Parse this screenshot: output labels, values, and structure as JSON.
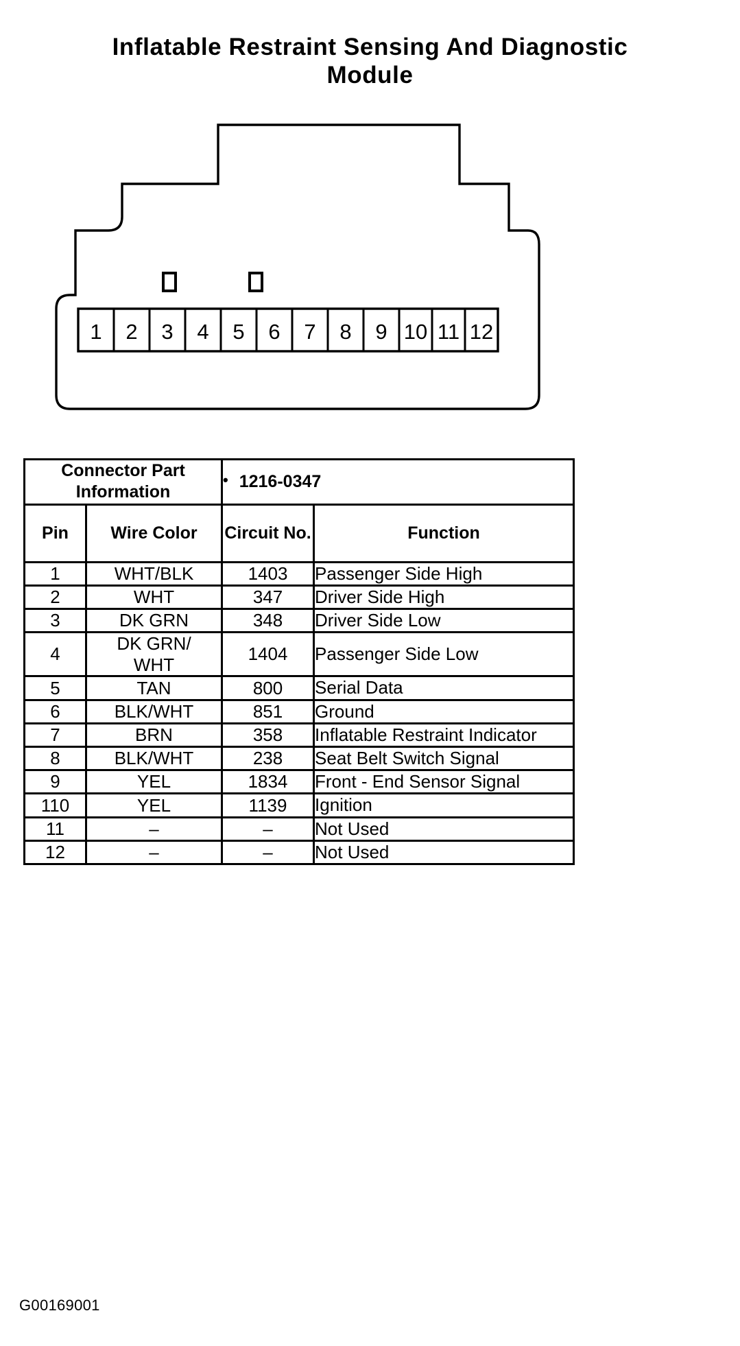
{
  "title": "Inflatable Restraint Sensing And Diagnostic Module",
  "connector": {
    "name": "connector-12-pin",
    "pin_labels": [
      "1",
      "2",
      "3",
      "4",
      "5",
      "6",
      "7",
      "8",
      "9",
      "10",
      "11",
      "12"
    ],
    "keyway_count": 2
  },
  "table": {
    "connector_part_information_label": "Connector Part Information",
    "connector_part_number_bullet": "•",
    "connector_part_number": "1216-0347",
    "headers": {
      "pin": "Pin",
      "wire_color": "Wire Color",
      "circuit_no": "Circuit No.",
      "function": "Function"
    },
    "rows": [
      {
        "pin": "1",
        "wire_color": "WHT/BLK",
        "circuit_no": "1403",
        "function": "Passenger Side High"
      },
      {
        "pin": "2",
        "wire_color": "WHT",
        "circuit_no": "347",
        "function": "Driver Side High"
      },
      {
        "pin": "3",
        "wire_color": "DK GRN",
        "circuit_no": "348",
        "function": "Driver Side Low"
      },
      {
        "pin": "4",
        "wire_color": "DK GRN/\nWHT",
        "circuit_no": "1404",
        "function": "Passenger Side Low"
      },
      {
        "pin": "5",
        "wire_color": "TAN",
        "circuit_no": "800",
        "function": "Serial Data"
      },
      {
        "pin": "6",
        "wire_color": "BLK/WHT",
        "circuit_no": "851",
        "function": "Ground"
      },
      {
        "pin": "7",
        "wire_color": "BRN",
        "circuit_no": "358",
        "function": "Inflatable Restraint Indicator"
      },
      {
        "pin": "8",
        "wire_color": "BLK/WHT",
        "circuit_no": "238",
        "function": "Seat Belt Switch Signal"
      },
      {
        "pin": "9",
        "wire_color": "YEL",
        "circuit_no": "1834",
        "function": "Front - End Sensor Signal"
      },
      {
        "pin": "110",
        "wire_color": "YEL",
        "circuit_no": "1139",
        "function": "Ignition"
      },
      {
        "pin": "11",
        "wire_color": "–",
        "circuit_no": "–",
        "function": "Not Used"
      },
      {
        "pin": "12",
        "wire_color": "–",
        "circuit_no": "–",
        "function": "Not Used"
      }
    ]
  },
  "footer_code": "G00169001",
  "colors": {
    "ink": "#000000",
    "paper": "#ffffff"
  }
}
